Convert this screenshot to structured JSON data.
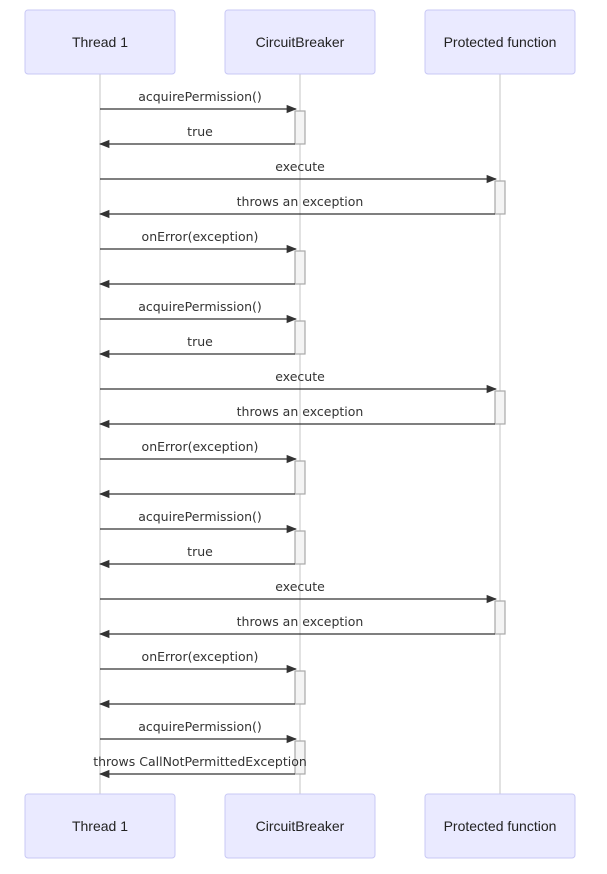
{
  "participants": [
    {
      "id": "thread",
      "label": "Thread 1"
    },
    {
      "id": "cb",
      "label": "CircuitBreaker"
    },
    {
      "id": "fn",
      "label": "Protected function"
    }
  ],
  "messages": [
    {
      "from": "thread",
      "to": "cb",
      "label": "acquirePermission()"
    },
    {
      "from": "cb",
      "to": "thread",
      "label": "true"
    },
    {
      "from": "thread",
      "to": "fn",
      "label": "execute"
    },
    {
      "from": "fn",
      "to": "thread",
      "label": "throws an exception"
    },
    {
      "from": "thread",
      "to": "cb",
      "label": "onError(exception)"
    },
    {
      "from": "cb",
      "to": "thread",
      "label": ""
    },
    {
      "from": "thread",
      "to": "cb",
      "label": "acquirePermission()"
    },
    {
      "from": "cb",
      "to": "thread",
      "label": "true"
    },
    {
      "from": "thread",
      "to": "fn",
      "label": "execute"
    },
    {
      "from": "fn",
      "to": "thread",
      "label": "throws an exception"
    },
    {
      "from": "thread",
      "to": "cb",
      "label": "onError(exception)"
    },
    {
      "from": "cb",
      "to": "thread",
      "label": ""
    },
    {
      "from": "thread",
      "to": "cb",
      "label": "acquirePermission()"
    },
    {
      "from": "cb",
      "to": "thread",
      "label": "true"
    },
    {
      "from": "thread",
      "to": "fn",
      "label": "execute"
    },
    {
      "from": "fn",
      "to": "thread",
      "label": "throws an exception"
    },
    {
      "from": "thread",
      "to": "cb",
      "label": "onError(exception)"
    },
    {
      "from": "cb",
      "to": "thread",
      "label": ""
    },
    {
      "from": "thread",
      "to": "cb",
      "label": "acquirePermission()"
    },
    {
      "from": "cb",
      "to": "thread",
      "label": "throws CallNotPermittedException"
    }
  ],
  "colors": {
    "actor_fill": "#eaeaff",
    "actor_stroke": "#c8c8f5",
    "line": "#333333",
    "lifeline": "#cfcfcf",
    "activation_fill": "#f4f4f4",
    "activation_stroke": "#a8a8a8"
  }
}
